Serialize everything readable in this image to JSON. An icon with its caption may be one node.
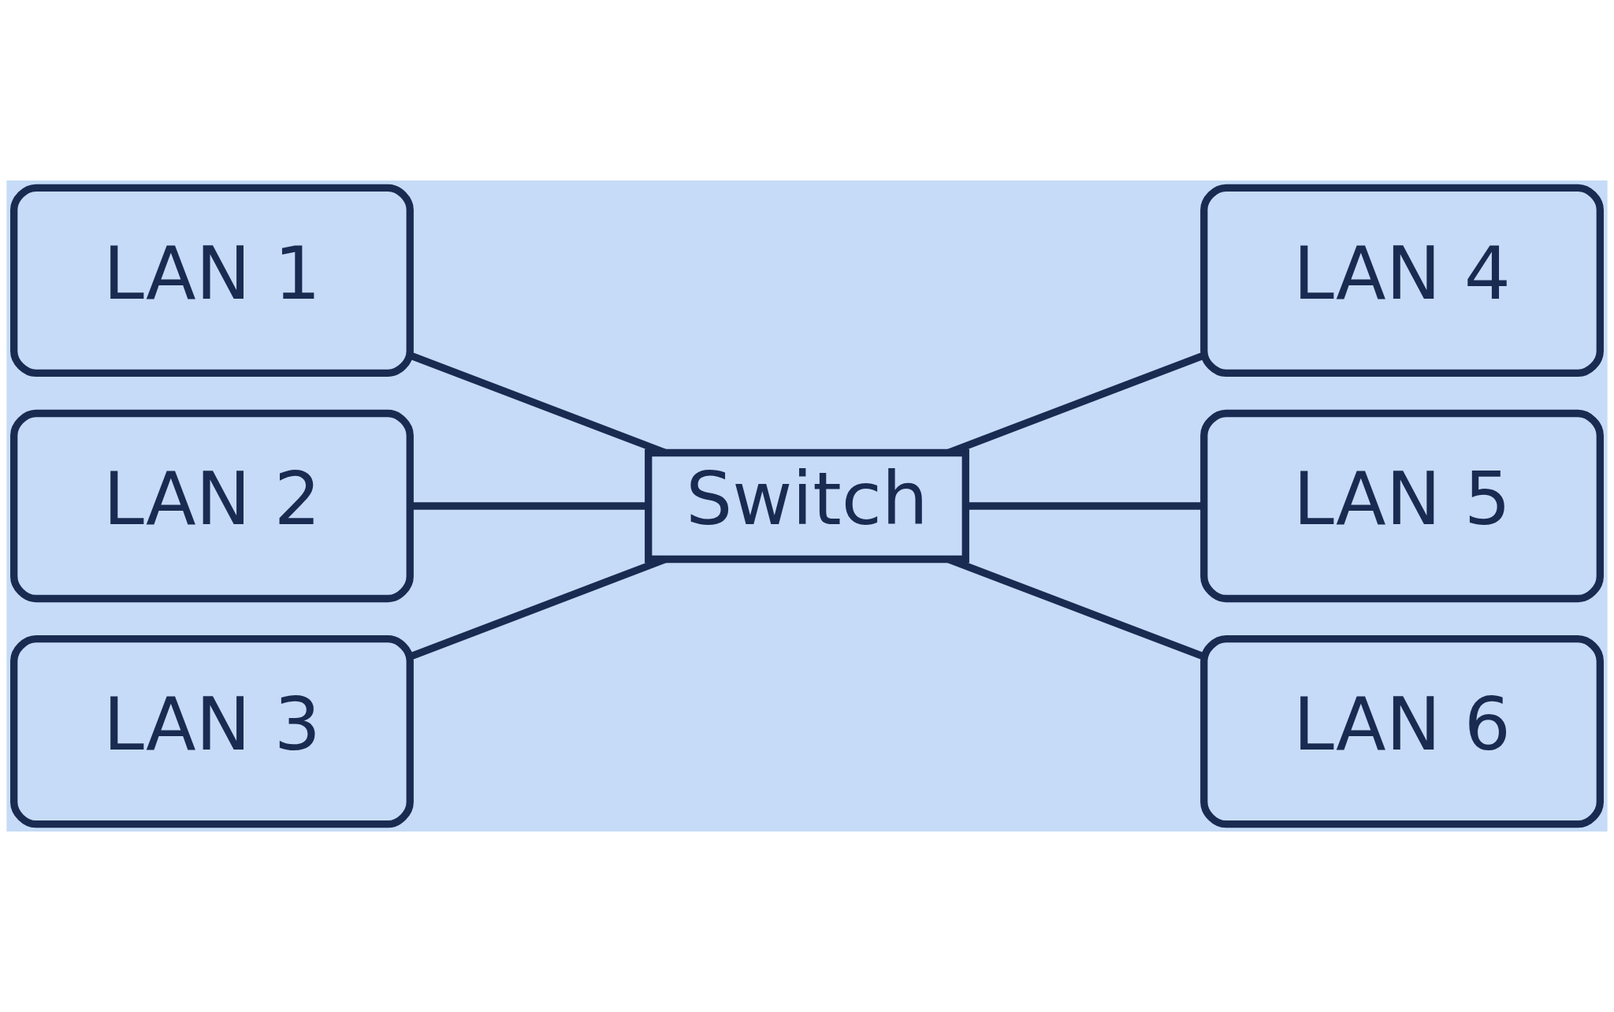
{
  "diagram": {
    "nodes": [
      {
        "text": [
          "LAN 1"
        ]
      },
      {
        "text": [
          "LAN 2"
        ]
      },
      {
        "text": [
          "LAN 3"
        ]
      },
      {
        "text": [
          "Switch"
        ]
      },
      {
        "text": [
          "LAN 4"
        ]
      },
      {
        "text": [
          "LAN 5"
        ]
      },
      {
        "text": [
          "LAN 6"
        ]
      }
    ],
    "edges": [
      {
        "from": 0,
        "to": 3,
        "arrow": "none"
      },
      {
        "from": 1,
        "to": 3,
        "arrow": "none"
      },
      {
        "from": 2,
        "to": 3,
        "arrow": "none"
      },
      {
        "from": 3,
        "to": 4,
        "arrow": "none"
      },
      {
        "from": 3,
        "to": 5,
        "arrow": "none"
      },
      {
        "from": 3,
        "to": 6,
        "arrow": "none"
      }
    ]
  }
}
